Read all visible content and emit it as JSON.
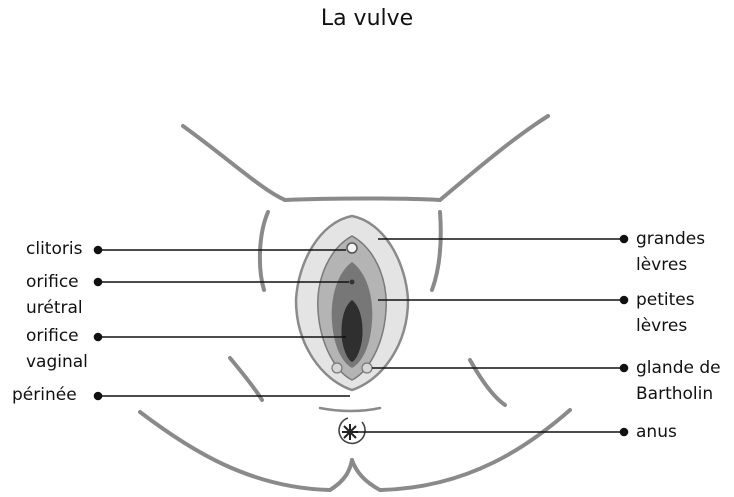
{
  "title": "La vulve",
  "labels": {
    "clitoris": "clitoris",
    "orifice_uretral": [
      "orifice",
      "urétral"
    ],
    "orifice_vaginal": [
      "orifice",
      "vaginal"
    ],
    "perinee": "périnée",
    "grandes_levres": [
      "grandes",
      "lèvres"
    ],
    "petites_levres": [
      "petites",
      "lèvres"
    ],
    "glande_bartholin": [
      "glande de",
      "Bartholin"
    ],
    "anus": "anus"
  },
  "colors": {
    "outline": "#8a8a8a",
    "leader": "#111111",
    "labia_majora": "#dcdcdc",
    "labia_minora": "#a9a9a9",
    "vestibule": "#6f6f6f",
    "vaginal_opening": "#2f2f2f"
  }
}
